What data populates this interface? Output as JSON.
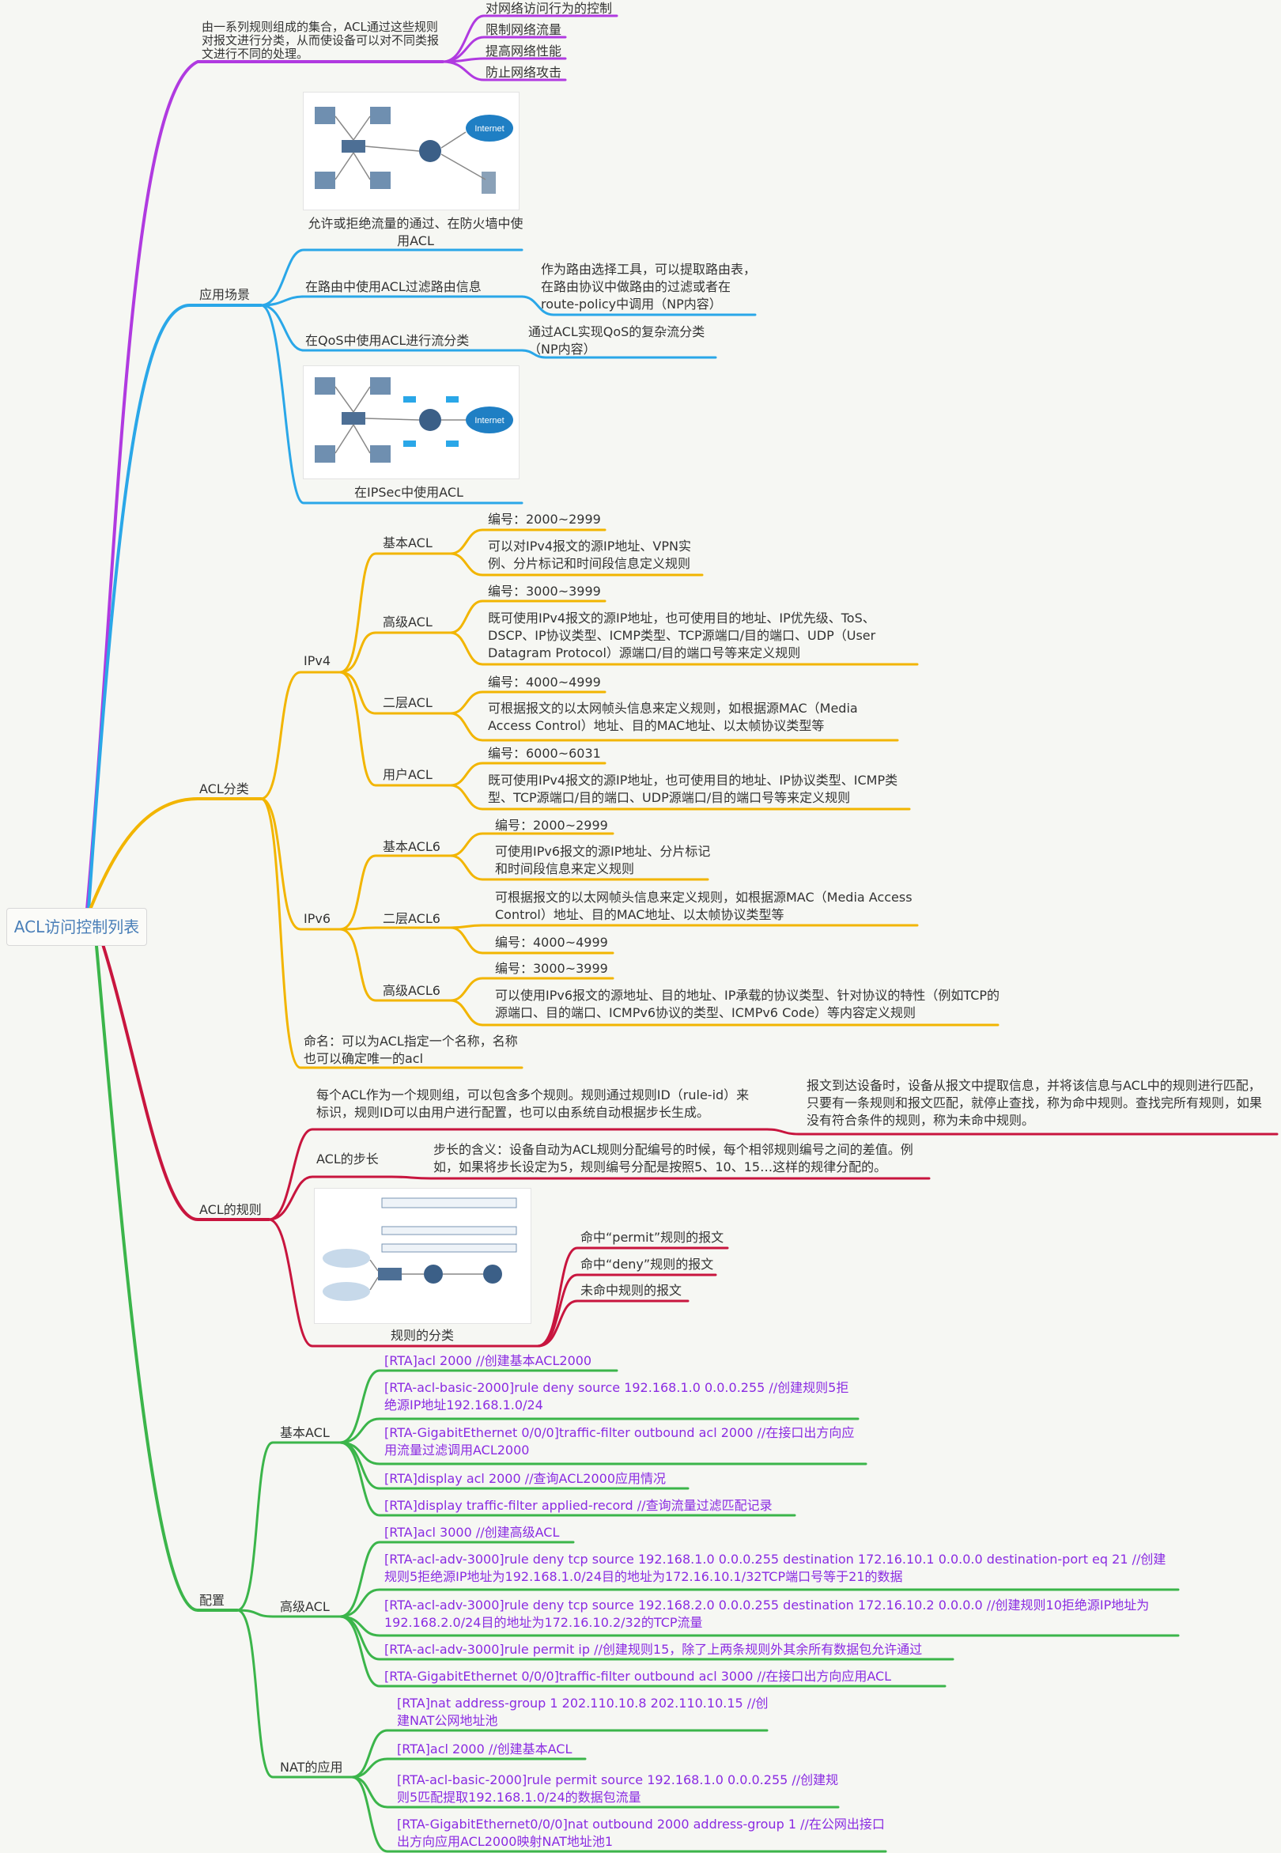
{
  "colors": {
    "purple": "#b03ae0",
    "blue": "#2aa7e8",
    "yellow": "#f2b500",
    "crimson": "#c8153e",
    "green": "#3bb54a",
    "code": "#8a2be2"
  },
  "root": "ACL访问控制列表",
  "definition": {
    "text": "由一系列规则组成的集合，ACL通过这些规则对报文进行分类，从而使设备可以对不同类报文进行不同的处理。",
    "items": [
      "对网络访问行为的控制",
      "限制网络流量",
      "提高网络性能",
      "防止网络攻击"
    ]
  },
  "scenarios": {
    "label": "应用场景",
    "firewall": "允许或拒绝流量的通过、在防火墙中使用ACL",
    "routing": "在路由中使用ACL过滤路由信息",
    "routing_note": "作为路由选择工具，可以提取路由表，在路由协议中做路由的过滤或者在route-policy中调用（NP内容）",
    "qos": "在QoS中使用ACL进行流分类",
    "qos_note": "通过ACL实现QoS的复杂流分类（NP内容）",
    "ipsec": "在IPSec中使用ACL",
    "diagram": {
      "internet": "Internet"
    }
  },
  "classification": {
    "label": "ACL分类",
    "ipv4": {
      "label": "IPv4",
      "basic": {
        "label": "基本ACL",
        "num": "编号：2000~2999",
        "desc": "可以对IPv4报文的源IP地址、VPN实例、分片标记和时间段信息定义规则"
      },
      "advanced": {
        "label": "高级ACL",
        "num": "编号：3000~3999",
        "desc": "既可使用IPv4报文的源IP地址，也可使用目的地址、IP优先级、ToS、DSCP、IP协议类型、ICMP类型、TCP源端口/目的端口、UDP（User Datagram Protocol）源端口/目的端口号等来定义规则"
      },
      "layer2": {
        "label": "二层ACL",
        "num": "编号：4000~4999",
        "desc": "可根据报文的以太网帧头信息来定义规则，如根据源MAC（Media Access Control）地址、目的MAC地址、以太帧协议类型等"
      },
      "user": {
        "label": "用户ACL",
        "num": "编号：6000~6031",
        "desc": "既可使用IPv4报文的源IP地址，也可使用目的地址、IP协议类型、ICMP类型、TCP源端口/目的端口、UDP源端口/目的端口号等来定义规则"
      }
    },
    "ipv6": {
      "label": "IPv6",
      "basic": {
        "label": "基本ACL6",
        "num": "编号：2000~2999",
        "desc": "可使用IPv6报文的源IP地址、分片标记和时间段信息来定义规则"
      },
      "layer2": {
        "label": "二层ACL6",
        "desc": "可根据报文的以太网帧头信息来定义规则，如根据源MAC（Media Access Control）地址、目的MAC地址、以太帧协议类型等",
        "num": "编号：4000~4999"
      },
      "advanced": {
        "label": "高级ACL6",
        "num": "编号：3000~3999",
        "desc": "可以使用IPv6报文的源地址、目的地址、IP承载的协议类型、针对协议的特性（例如TCP的源端口、目的端口、ICMPv6协议的类型、ICMPv6 Code）等内容定义规则"
      }
    },
    "naming": "命名：可以为ACL指定一个名称，名称也可以确定唯一的acl"
  },
  "rules": {
    "label": "ACL的规则",
    "group": "每个ACL作为一个规则组，可以包含多个规则。规则通过规则ID（rule-id）来标识，规则ID可以由用户进行配置，也可以由系统自动根据步长生成。",
    "match": "报文到达设备时，设备从报文中提取信息，并将该信息与ACL中的规则进行匹配，只要有一条规则和报文匹配，就停止查找，称为命中规则。查找完所有规则，如果没有符合条件的规则，称为未命中规则。",
    "step_label": "ACL的步长",
    "step_note": "步长的含义：设备自动为ACL规则分配编号的时候，每个相邻规则编号之间的差值。例如，如果将步长设定为5，规则编号分配是按照5、10、15…这样的规律分配的。",
    "classify_label": "规则的分类",
    "classes": [
      "命中“permit”规则的报文",
      "命中“deny”规则的报文",
      "未命中规则的报文"
    ]
  },
  "config": {
    "label": "配置",
    "basic": {
      "label": "基本ACL",
      "items": [
        "[RTA]acl 2000   //创建基本ACL2000",
        "[RTA-acl-basic-2000]rule deny source 192.168.1.0 0.0.0.255  //创建规则5拒绝源IP地址192.168.1.0/24",
        "[RTA-GigabitEthernet 0/0/0]traffic-filter outbound acl 2000  //在接口出方向应用流量过滤调用ACL2000",
        " [RTA]display acl 2000  //查询ACL2000应用情况",
        "[RTA]display  traffic-filter applied-record  //查询流量过滤匹配记录"
      ]
    },
    "advanced": {
      "label": "高级ACL",
      "items": [
        "[RTA]acl 3000  //创建高级ACL",
        "[RTA-acl-adv-3000]rule deny tcp source 192.168.1.0 0.0.0.255 destination 172.16.10.1 0.0.0.0 destination-port eq 21  //创建规则5拒绝源IP地址为192.168.1.0/24目的地址为172.16.10.1/32TCP端口号等于21的数据",
        "[RTA-acl-adv-3000]rule deny tcp source 192.168.2.0 0.0.0.255 destination 172.16.10.2 0.0.0.0  //创建规则10拒绝源IP地址为192.168.2.0/24目的地址为172.16.10.2/32的TCP流量",
        "[RTA-acl-adv-3000]rule permit ip  //创建规则15，除了上两条规则外其余所有数据包允许通过",
        "[RTA-GigabitEthernet 0/0/0]traffic-filter outbound acl 3000  //在接口出方向应用ACL"
      ]
    },
    "nat": {
      "label": "NAT的应用",
      "items": [
        "[RTA]nat address-group 1 202.110.10.8 202.110.10.15   //创建NAT公网地址池",
        "[RTA]acl 2000  //创建基本ACL",
        "[RTA-acl-basic-2000]rule permit source 192.168.1.0 0.0.0.255  //创建规则5匹配提取192.168.1.0/24的数据包流量",
        "[RTA-GigabitEthernet0/0/0]nat outbound 2000 address-group 1  //在公网出接口出方向应用ACL2000映射NAT地址池1"
      ]
    }
  }
}
